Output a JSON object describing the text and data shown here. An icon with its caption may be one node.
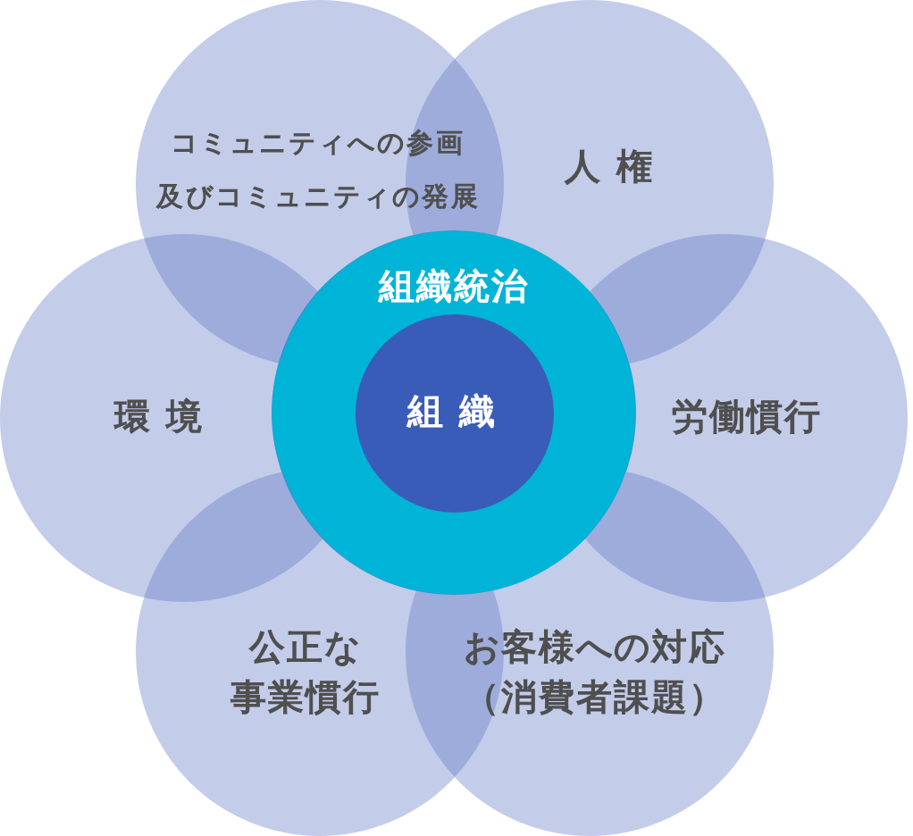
{
  "diagram": {
    "nodes": [
      {
        "text": [
          "コミュニティへの参画及びコミュニティの発展"
        ]
      },
      {
        "text": [
          "人 権"
        ]
      },
      {
        "text": [
          "環 境"
        ]
      },
      {
        "text": [
          "組織統治"
        ]
      },
      {
        "text": [
          "組 織"
        ],
        "in": 3
      },
      {
        "text": [
          "労働慣行"
        ]
      },
      {
        "text": [
          "公正な事業慣行"
        ]
      },
      {
        "text": [
          "お客様への対応（消費者課題）"
        ]
      }
    ]
  }
}
